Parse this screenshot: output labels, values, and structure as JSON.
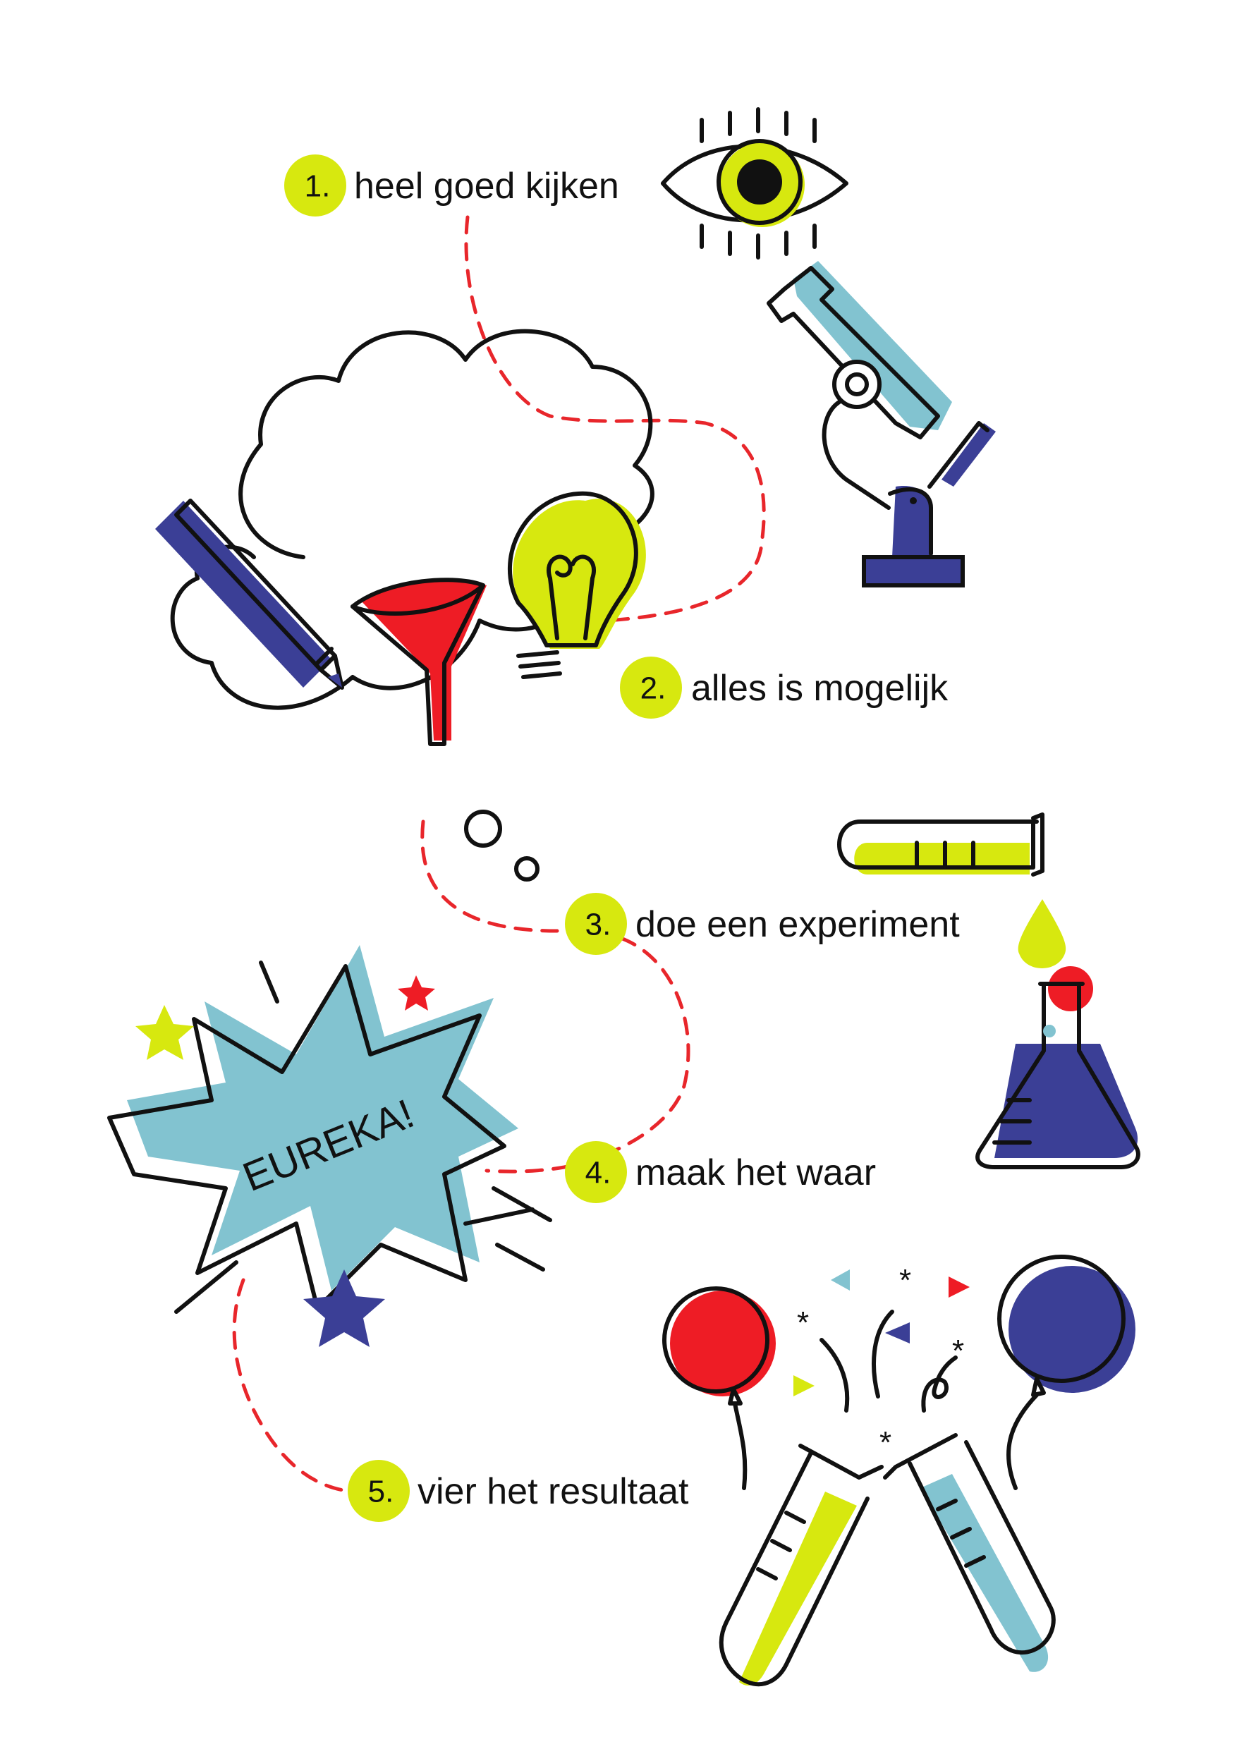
{
  "colors": {
    "lime": "#d7e80f",
    "red": "#ee1c25",
    "navy": "#3b3f96",
    "lightblue": "#82c3d0",
    "ink": "#111111",
    "path": "#e8262b"
  },
  "steps": [
    {
      "number": "1.",
      "label": "heel goed kijken",
      "icon": "eye-icon"
    },
    {
      "number": "2.",
      "label": "alles is mogelijk",
      "icon": "microscope-icon"
    },
    {
      "number": "3.",
      "label": "doe een experiment",
      "icon": "flask-icon"
    },
    {
      "number": "4.",
      "label": "maak het waar",
      "icon": "burst-icon"
    },
    {
      "number": "5.",
      "label": "vier het resultaat",
      "icon": "balloons-icon"
    }
  ],
  "burst": {
    "text": "EUREKA!"
  },
  "icons": {
    "thought": [
      "pencil-icon",
      "funnel-icon",
      "lightbulb-icon",
      "thought-cloud-icon"
    ],
    "experiment": [
      "test-tube-icon",
      "drop-icon",
      "flask-icon"
    ],
    "celebration": [
      "balloon-icon",
      "confetti-icon",
      "test-tube-icon"
    ]
  }
}
